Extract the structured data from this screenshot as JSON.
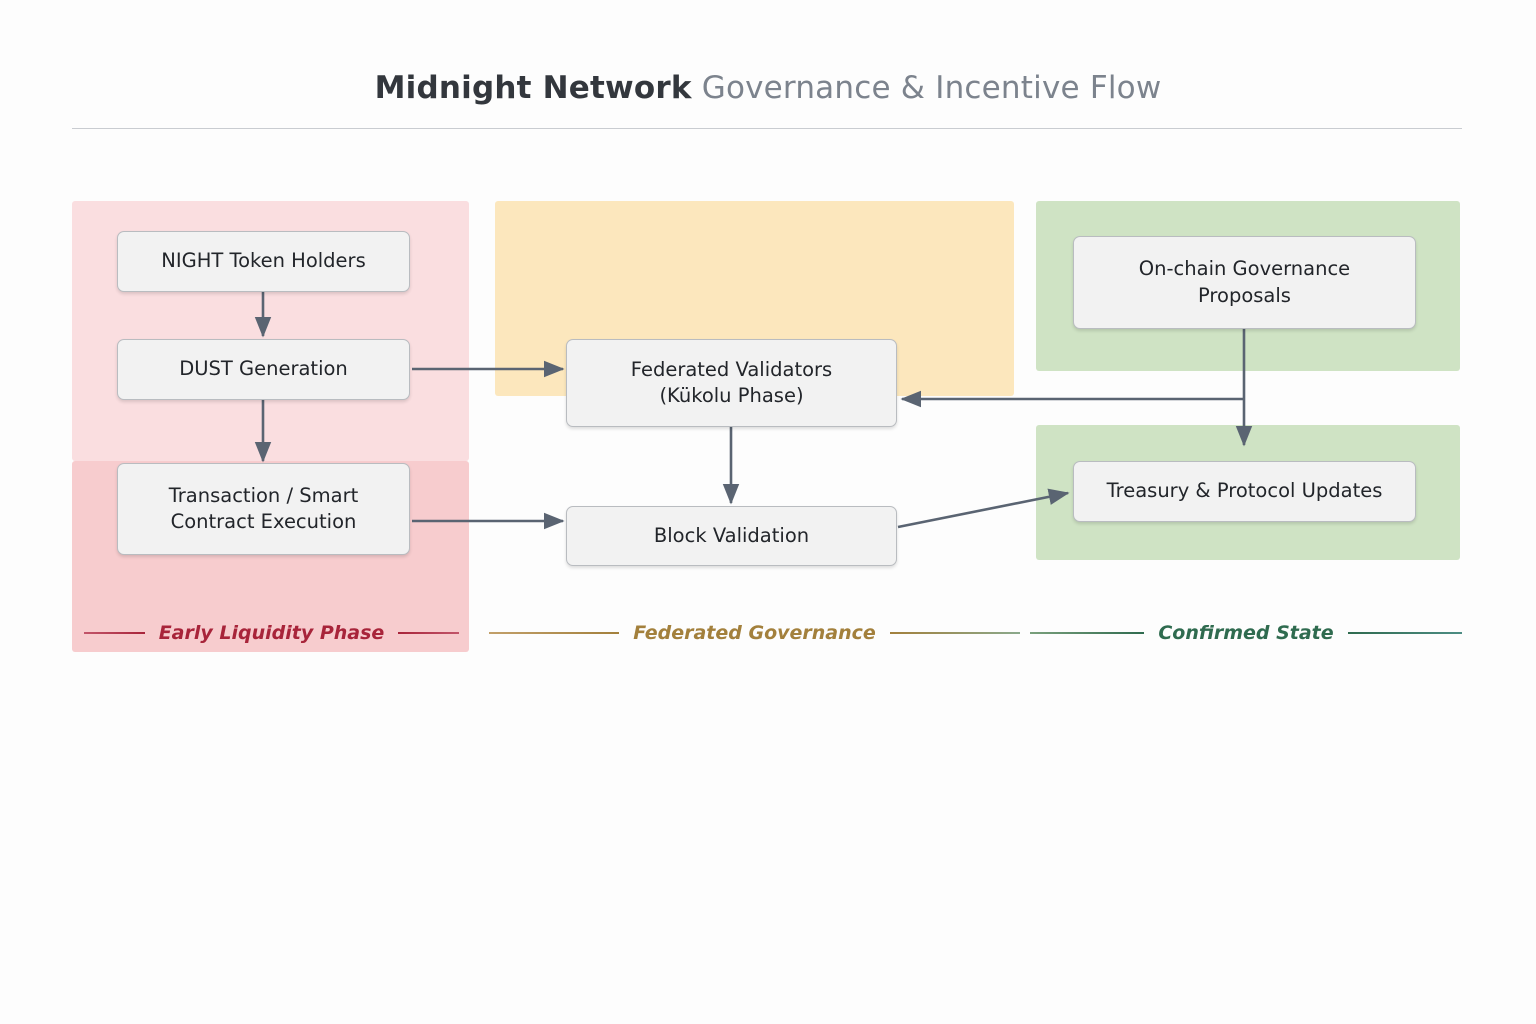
{
  "title": {
    "main": "Midnight Network",
    "sub": " Governance & Incentive Flow"
  },
  "colors": {
    "background": "#fdfdfd",
    "title_main": "#33373d",
    "title_sub": "#7c838d",
    "title_rule": "#c9ccd1",
    "node_fill": "#f2f2f2",
    "node_border": "#b9bcc0",
    "node_text": "#22252a",
    "connector": "#5a6472",
    "band_pink_light": "#fadee0",
    "band_pink_dark": "#f7ccce",
    "band_yellow": "#fce7bd",
    "band_green": "#cfe3c4",
    "legend_early": "#a8243a",
    "legend_federated": "#a3803c",
    "legend_confirmed": "#2f6b4f"
  },
  "bands": [
    {
      "name": "early-liquidity-upper",
      "label": "Early Liquidity Phase"
    },
    {
      "name": "early-liquidity-lower",
      "label": "Early Liquidity Phase"
    },
    {
      "name": "federated-governance",
      "label": "Federated Governance"
    },
    {
      "name": "confirmed-state-upper",
      "label": "Confirmed State"
    },
    {
      "name": "confirmed-state-lower",
      "label": "Confirmed State"
    }
  ],
  "nodes": [
    {
      "id": "night-token-holders",
      "label": "NIGHT Token Holders"
    },
    {
      "id": "dust-generation",
      "label": "DUST Generation"
    },
    {
      "id": "transaction-execution",
      "label": "Transaction / Smart\nContract Execution"
    },
    {
      "id": "federated-validators",
      "label": "Federated Validators\n(Kükolu Phase)"
    },
    {
      "id": "block-validation",
      "label": "Block Validation"
    },
    {
      "id": "governance-proposals",
      "label": "On-chain Governance\nProposals"
    },
    {
      "id": "treasury-updates",
      "label": "Treasury & Protocol Updates"
    }
  ],
  "edges": [
    {
      "from": "night-token-holders",
      "to": "dust-generation"
    },
    {
      "from": "dust-generation",
      "to": "transaction-execution"
    },
    {
      "from": "dust-generation",
      "to": "federated-validators"
    },
    {
      "from": "transaction-execution",
      "to": "block-validation"
    },
    {
      "from": "federated-validators",
      "to": "block-validation"
    },
    {
      "from": "block-validation",
      "to": "treasury-updates"
    },
    {
      "from": "governance-proposals",
      "to": "federated-validators"
    },
    {
      "from": "governance-proposals",
      "to": "treasury-updates"
    }
  ],
  "legend": [
    {
      "id": "early-liquidity-phase",
      "label": "Early Liquidity Phase",
      "color": "#a8243a"
    },
    {
      "id": "federated-governance",
      "label": "Federated Governance",
      "color": "#a3803c"
    },
    {
      "id": "confirmed-state",
      "label": "Confirmed State",
      "color": "#2f6b4f"
    }
  ]
}
